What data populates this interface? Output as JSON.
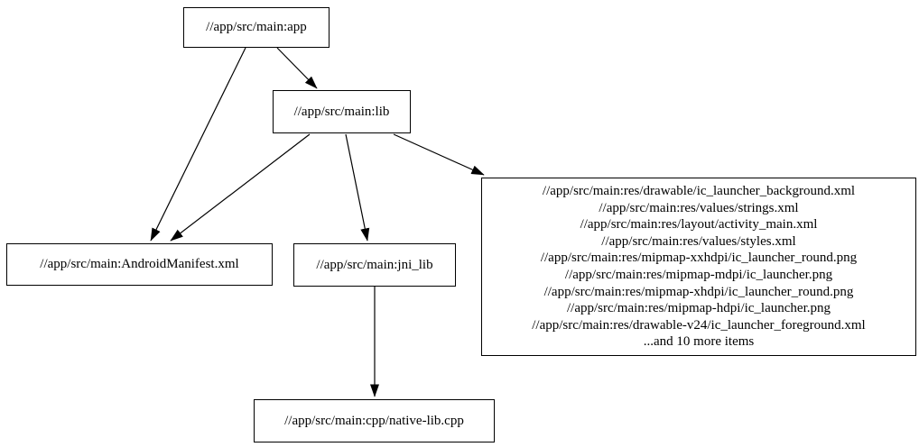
{
  "graph": {
    "background_color": "#ffffff",
    "node_border_color": "#000000",
    "edge_color": "#000000",
    "text_color": "#000000",
    "nodes": {
      "app": {
        "label": "//app/src/main:app"
      },
      "lib": {
        "label": "//app/src/main:lib"
      },
      "manifest": {
        "label": "//app/src/main:AndroidManifest.xml"
      },
      "jni_lib": {
        "label": "//app/src/main:jni_lib"
      },
      "cpp": {
        "label": "//app/src/main:cpp/native-lib.cpp"
      },
      "res_group": {
        "lines": [
          "//app/src/main:res/drawable/ic_launcher_background.xml",
          "//app/src/main:res/values/strings.xml",
          "//app/src/main:res/layout/activity_main.xml",
          "//app/src/main:res/values/styles.xml",
          "//app/src/main:res/mipmap-xxhdpi/ic_launcher_round.png",
          "//app/src/main:res/mipmap-mdpi/ic_launcher.png",
          "//app/src/main:res/mipmap-xhdpi/ic_launcher_round.png",
          "//app/src/main:res/mipmap-hdpi/ic_launcher.png",
          "//app/src/main:res/drawable-v24/ic_launcher_foreground.xml",
          "...and 10 more items"
        ]
      }
    },
    "edges": [
      {
        "from": "//app/src/main:app",
        "to": "//app/src/main:lib"
      },
      {
        "from": "//app/src/main:app",
        "to": "//app/src/main:AndroidManifest.xml"
      },
      {
        "from": "//app/src/main:lib",
        "to": "//app/src/main:AndroidManifest.xml"
      },
      {
        "from": "//app/src/main:lib",
        "to": "//app/src/main:jni_lib"
      },
      {
        "from": "//app/src/main:lib",
        "to": "//app/src/main:res-file-group"
      },
      {
        "from": "//app/src/main:jni_lib",
        "to": "//app/src/main:cpp/native-lib.cpp"
      }
    ]
  }
}
